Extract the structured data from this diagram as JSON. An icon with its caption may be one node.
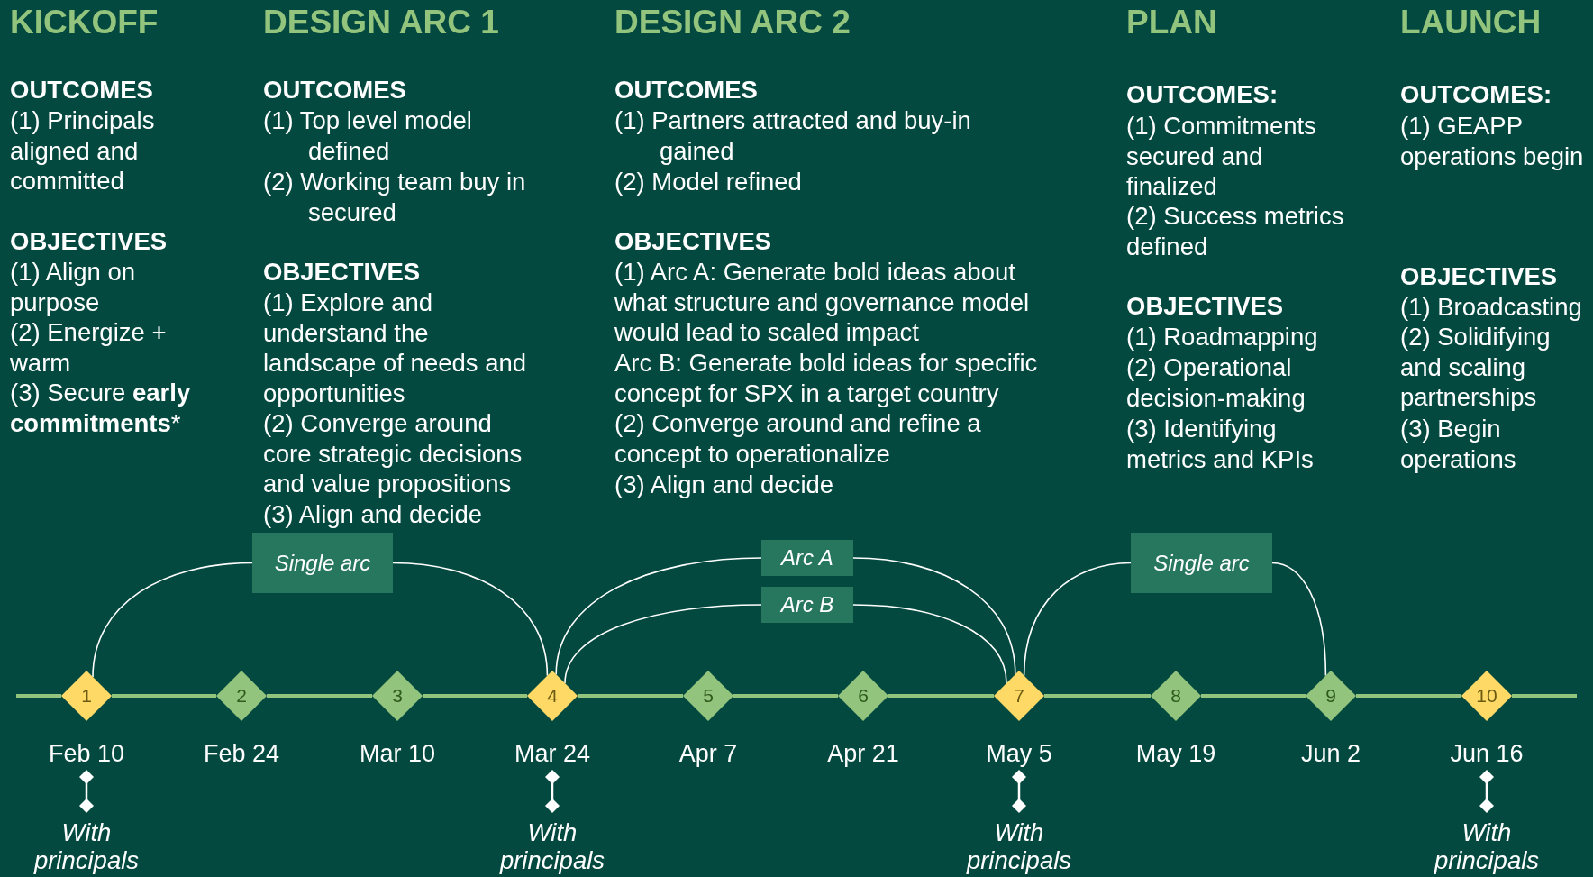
{
  "diagram": {
    "nodes": [
      {
        "text": [
          "Single arc"
        ]
      },
      {
        "text": [
          "Arc A"
        ]
      },
      {
        "text": [
          "Arc B"
        ]
      },
      {
        "text": [
          "Single arc"
        ]
      },
      {
        "text": [
          "1"
        ],
        "beside": [
          "Feb 10"
        ]
      },
      {
        "text": [
          "2"
        ],
        "beside": [
          "Feb 24"
        ]
      },
      {
        "text": [
          "3"
        ],
        "beside": [
          "Mar 10"
        ]
      },
      {
        "text": [
          "4"
        ],
        "beside": [
          "Mar 24"
        ]
      },
      {
        "text": [
          "5"
        ],
        "beside": [
          "Apr 7"
        ]
      },
      {
        "text": [
          "6"
        ],
        "beside": [
          "Apr 21"
        ]
      },
      {
        "text": [
          "7"
        ],
        "beside": [
          "May 5"
        ]
      },
      {
        "text": [
          "8"
        ],
        "beside": [
          "May 19"
        ]
      },
      {
        "text": [
          "9"
        ],
        "beside": [
          "Jun 2"
        ]
      },
      {
        "text": [
          "10"
        ],
        "beside": [
          "Jun 16"
        ]
      }
    ],
    "edges": [
      {
        "from": 0,
        "to": 4,
        "arrow": "none",
        "color": "#ffffff"
      },
      {
        "from": 0,
        "to": 7,
        "arrow": "none",
        "color": "#ffffff"
      },
      {
        "from": 1,
        "to": 7,
        "arrow": "none",
        "color": "#ffffff"
      },
      {
        "from": 1,
        "to": 10,
        "arrow": "none",
        "color": "#ffffff"
      },
      {
        "from": 2,
        "to": 7,
        "arrow": "none",
        "color": "#ffffff"
      },
      {
        "from": 2,
        "to": 10,
        "arrow": "none",
        "color": "#ffffff"
      },
      {
        "from": 3,
        "to": 10,
        "arrow": "none",
        "color": "#ffffff"
      },
      {
        "from": 3,
        "to": 12,
        "arrow": "none",
        "color": "#ffffff"
      },
      {
        "from": 4,
        "to": 5,
        "arrow": "none"
      },
      {
        "from": 5,
        "to": 6,
        "arrow": "none"
      },
      {
        "from": 6,
        "to": 7,
        "arrow": "none"
      },
      {
        "from": 7,
        "to": 8,
        "arrow": "none"
      },
      {
        "from": 8,
        "to": 9,
        "arrow": "none"
      },
      {
        "from": 9,
        "to": 10,
        "arrow": "none"
      },
      {
        "from": 10,
        "to": 11,
        "arrow": "none"
      },
      {
        "from": 11,
        "to": 12,
        "arrow": "none"
      },
      {
        "from": 12,
        "to": 13,
        "arrow": "none"
      }
    ],
    "labels": [
      "KICKOFF",
      "OUTCOMES",
      "(1) Principals aligned and committed",
      "OBJECTIVES",
      "(1) Align on purpose",
      "(2) Energize + warm",
      "(3) Secure **early commitments***",
      "DESIGN ARC 1",
      "OUTCOMES",
      "(1) Top level model defined",
      "(2) Working team buy in secured",
      "OBJECTIVES",
      "(1) Explore and understand the landscape of needs and opportunities",
      "(2) Converge around core strategic decisions and value propositions",
      "(3) Align and decide",
      "DESIGN ARC 2",
      "OUTCOMES",
      "(1) Partners attracted and buy-in gained",
      "(2) Model refined",
      "OBJECTIVES",
      "(1) Arc A: Generate bold ideas about what structure and governance model would lead to scaled impact",
      "Arc B: Generate bold ideas for specific concept for SPX in a target country",
      "(2) Converge around and refine a concept to operationalize",
      "(3) Align and decide",
      "PLAN",
      "OUTCOMES:",
      "(1) Commitments secured and finalized",
      "(2) Success metrics defined",
      "OBJECTIVES",
      "(1) Roadmapping",
      "(2) Operational decision-making",
      "(3) Identifying metrics and KPIs",
      "LAUNCH",
      "OUTCOMES:",
      "(1) GEAPP operations begin",
      "OBJECTIVES",
      "(1) Broadcasting",
      "(2) Solidifying and scaling partnerships",
      "(3) Begin operations",
      "With principals",
      "With principals",
      "With principals",
      "With principals"
    ]
  }
}
